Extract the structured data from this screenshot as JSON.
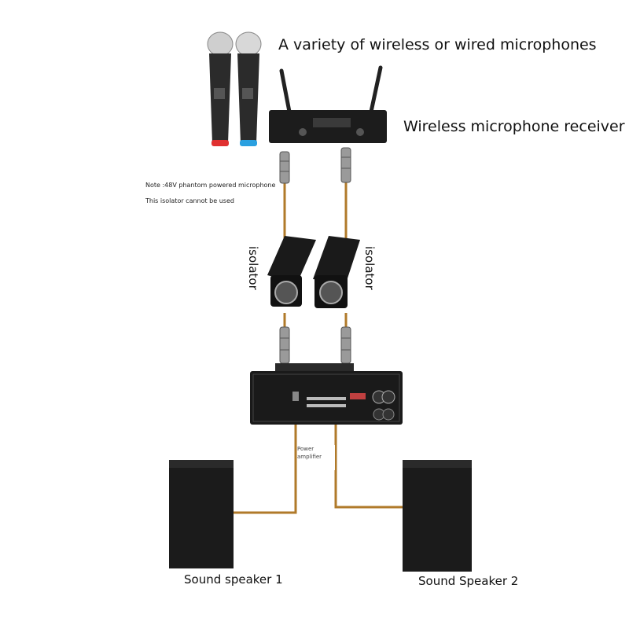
{
  "labels": {
    "microphones": "A variety of wireless or wired microphones",
    "receiver": "Wireless microphone receiver",
    "note_line1": "Note :48V phantom powered microphone",
    "note_line2": "This isolator cannot be used",
    "isolator_left": "isolator",
    "isolator_right": "isolator",
    "power_amp_line1": "Power",
    "power_amp_line2": "amplifier",
    "speaker1": "Sound speaker 1",
    "speaker2": "Sound Speaker 2"
  },
  "colors": {
    "cable": "#b07a2a",
    "device": "#1c1c1c",
    "mic_red_ring": "#e03030",
    "mic_blue_ring": "#2aa0e0"
  }
}
